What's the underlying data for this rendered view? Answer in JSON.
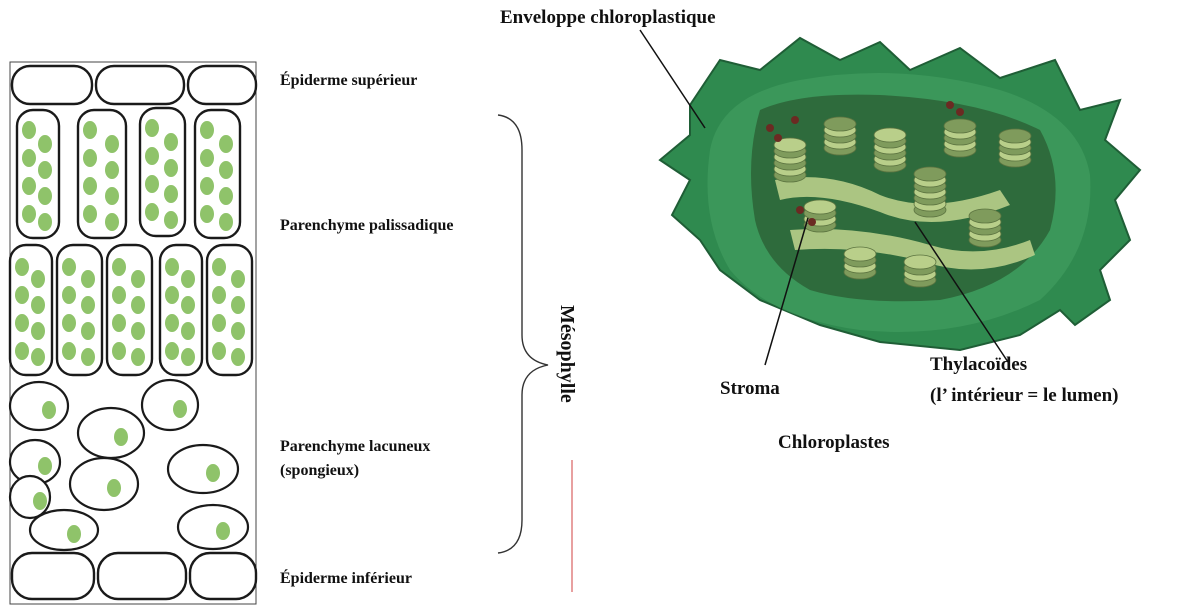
{
  "leaf_section": {
    "labels": {
      "upper_epidermis": "Épiderme supérieur",
      "palisade": "Parenchyme palissadique",
      "spongy": "Parenchyme lacuneux",
      "spongy_sub": "(spongieux)",
      "lower_epidermis": "Épiderme inférieur",
      "mesophyll": "Mésophylle"
    },
    "colors": {
      "cell_outline": "#1a1a1a",
      "chloroplast": "#8fc36a",
      "bracket": "#333333",
      "accent_line": "#e8a0a0"
    }
  },
  "chloroplast": {
    "labels": {
      "envelope": "Enveloppe chloroplastique",
      "stroma": "Stroma",
      "thylakoids": "Thylacoïdes",
      "thylakoids_sub": "(l’ intérieur = le lumen)",
      "caption": "Chloroplastes"
    },
    "colors": {
      "envelope": "#2f8a4f",
      "stroma": "#3d7a45",
      "thylakoid": "#b9cf8a",
      "thylakoid_dark": "#7f9b5c"
    }
  }
}
